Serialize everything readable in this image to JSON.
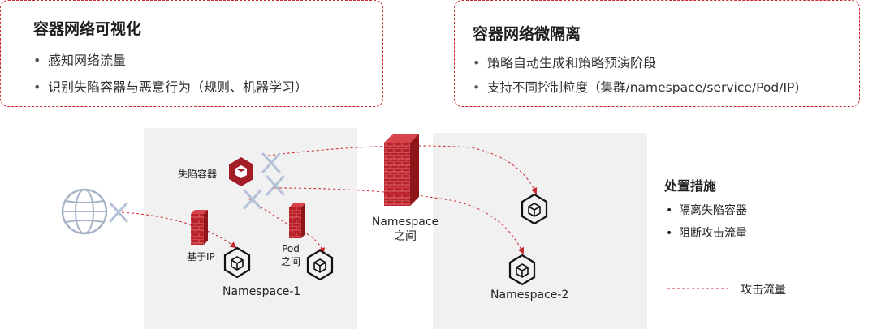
{
  "cards": [
    {
      "title": "容器网络可视化",
      "bullets": [
        "感知网络流量",
        "识别失陷容器与恶意行为（规则、机器学习）"
      ]
    },
    {
      "title": "容器网络微隔离",
      "bullets": [
        "策略自动生成和策略预演阶段",
        "支持不同控制粒度（集群/namespace/service/Pod/IP)"
      ]
    }
  ],
  "bullet_symbol": "•",
  "diagram": {
    "compromised_label": "失陷容器",
    "ip_based_label": "基于IP",
    "pod_between_label": [
      "Pod",
      "之间"
    ],
    "namespace_between_label": [
      "Namespace",
      "之间"
    ],
    "namespace1_label": "Namespace-1",
    "namespace2_label": "Namespace-2"
  },
  "measures": {
    "title": "处置措施",
    "items": [
      "隔离失陷容器",
      "阻断攻击流量"
    ]
  },
  "legend": {
    "attack_traffic_label": "攻击流量"
  },
  "colors": {
    "accent_red": "#c9272e",
    "dark_red": "#9e1b22",
    "panel_gray": "#f1f1f1",
    "globe_blue": "#a6b4c8",
    "cross_blue": "#b4c1d6"
  }
}
